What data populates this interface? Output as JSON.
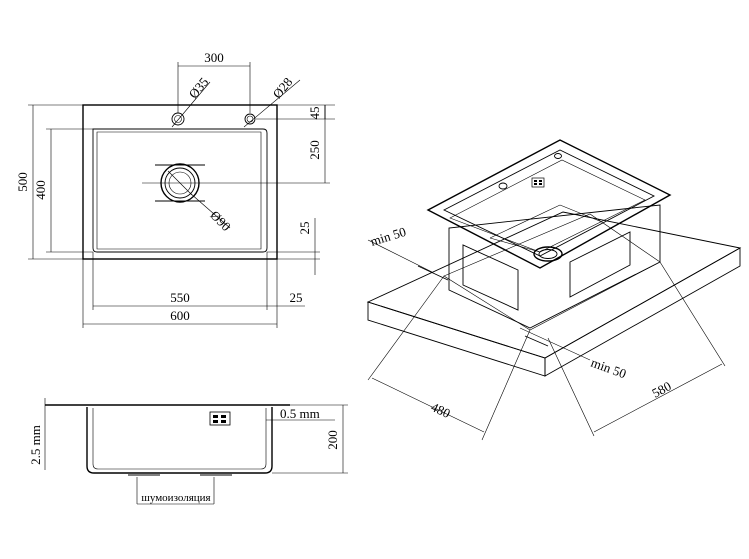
{
  "top_view": {
    "dim_300": "300",
    "dim_d35": "Ø35",
    "dim_d28": "Ø28",
    "dim_45": "45",
    "dim_250": "250",
    "dim_500": "500",
    "dim_400": "400",
    "dim_d90": "Ø90",
    "dim_25_right": "25",
    "dim_550": "550",
    "dim_25_bottom": "25",
    "dim_600": "600"
  },
  "section_view": {
    "dim_2_5mm": "2.5 mm",
    "dim_0_5mm": "0.5 mm",
    "dim_200": "200",
    "label_noise": "шумоизоляция"
  },
  "iso_view": {
    "dim_min50_top": "min 50",
    "dim_min50_bottom": "min 50",
    "dim_480": "480",
    "dim_580": "580"
  }
}
